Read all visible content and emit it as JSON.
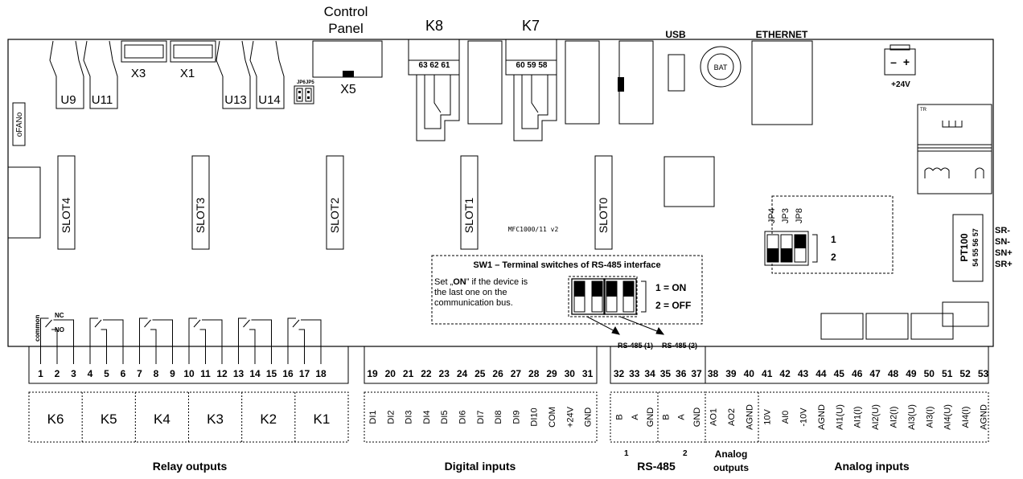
{
  "top_labels": {
    "control_panel": [
      "Control",
      "Panel"
    ],
    "k8": "K8",
    "k7": "K7",
    "usb": "USB",
    "ethernet": "ETHERNET",
    "x3": "X3",
    "x1": "X1",
    "x5": "X5",
    "u9": "U9",
    "u11": "U11",
    "u13": "U13",
    "u14": "U14",
    "jp6": "JP6",
    "jp5": "JP5",
    "fan": "oFANo",
    "bat": "BAT",
    "k8_pins": "63 62 61",
    "k7_pins": "60 59 58",
    "plus24v": "+24V",
    "minus": "–",
    "plus": "+",
    "tr": "TR"
  },
  "slots": [
    "SLOT4",
    "SLOT3",
    "SLOT2",
    "SLOT1",
    "SLOT0"
  ],
  "board_id": "MFC1000/11 v2",
  "jp_block": {
    "labels": [
      "JP4",
      "JP3",
      "JP8"
    ],
    "pos1": "1",
    "pos2": "2"
  },
  "pt100": {
    "title": "PT100",
    "pins": "54 55 56 57",
    "signals": [
      "SR-",
      "SN-",
      "SN+",
      "SR+"
    ]
  },
  "sw1": {
    "title": "SW1 – Terminal switches of RS-485 interface",
    "text_line1_pre": "Set „",
    "text_line1_on": "ON",
    "text_line1_post": "” if the device is",
    "text_line2": "the last one on the",
    "text_line3": "communication bus.",
    "on_label": "1 = ON",
    "off_label": "2 = OFF",
    "rs485_1": "RS-485 (1)",
    "rs485_2": "RS-485 (2)"
  },
  "relay_markers": {
    "common": "common",
    "nc": "NC",
    "no": "NO"
  },
  "terminals": {
    "relay": [
      "1",
      "2",
      "3",
      "4",
      "5",
      "6",
      "7",
      "8",
      "9",
      "10",
      "11",
      "12",
      "13",
      "14",
      "15",
      "16",
      "17",
      "18"
    ],
    "digital": [
      "19",
      "20",
      "21",
      "22",
      "23",
      "24",
      "25",
      "26",
      "27",
      "28",
      "29",
      "30",
      "31"
    ],
    "rs485": [
      "32",
      "33",
      "34",
      "35",
      "36",
      "37"
    ],
    "analog": [
      "38",
      "39",
      "40",
      "41",
      "42",
      "43",
      "44",
      "45",
      "46",
      "47",
      "48",
      "49",
      "50",
      "51",
      "52",
      "53"
    ]
  },
  "relay_groups": [
    "K6",
    "K5",
    "K4",
    "K3",
    "K2",
    "K1"
  ],
  "digital_signals": [
    "DI1",
    "DI2",
    "DI3",
    "DI4",
    "DI5",
    "DI6",
    "DI7",
    "DI8",
    "DI9",
    "DI10",
    "COM",
    "+24V",
    "GND"
  ],
  "rs485_signals": [
    "B",
    "A",
    "GND",
    "B",
    "A",
    "GND"
  ],
  "rs485_numbers": [
    "1",
    "2"
  ],
  "analog_signals": [
    "AO1",
    "AO2",
    "AGND",
    "10V",
    "AI0",
    "-10V",
    "AGND",
    "AI1(U)",
    "AI1(I)",
    "AI2(U)",
    "AI2(I)",
    "AI3(U)",
    "AI3(I)",
    "AI4(U)",
    "AI4(I)",
    "AGND"
  ],
  "section_titles": {
    "relay": "Relay outputs",
    "digital": "Digital inputs",
    "rs485": "RS-485",
    "analog_outputs": [
      "Analog",
      "outputs"
    ],
    "analog_inputs": "Analog inputs"
  }
}
